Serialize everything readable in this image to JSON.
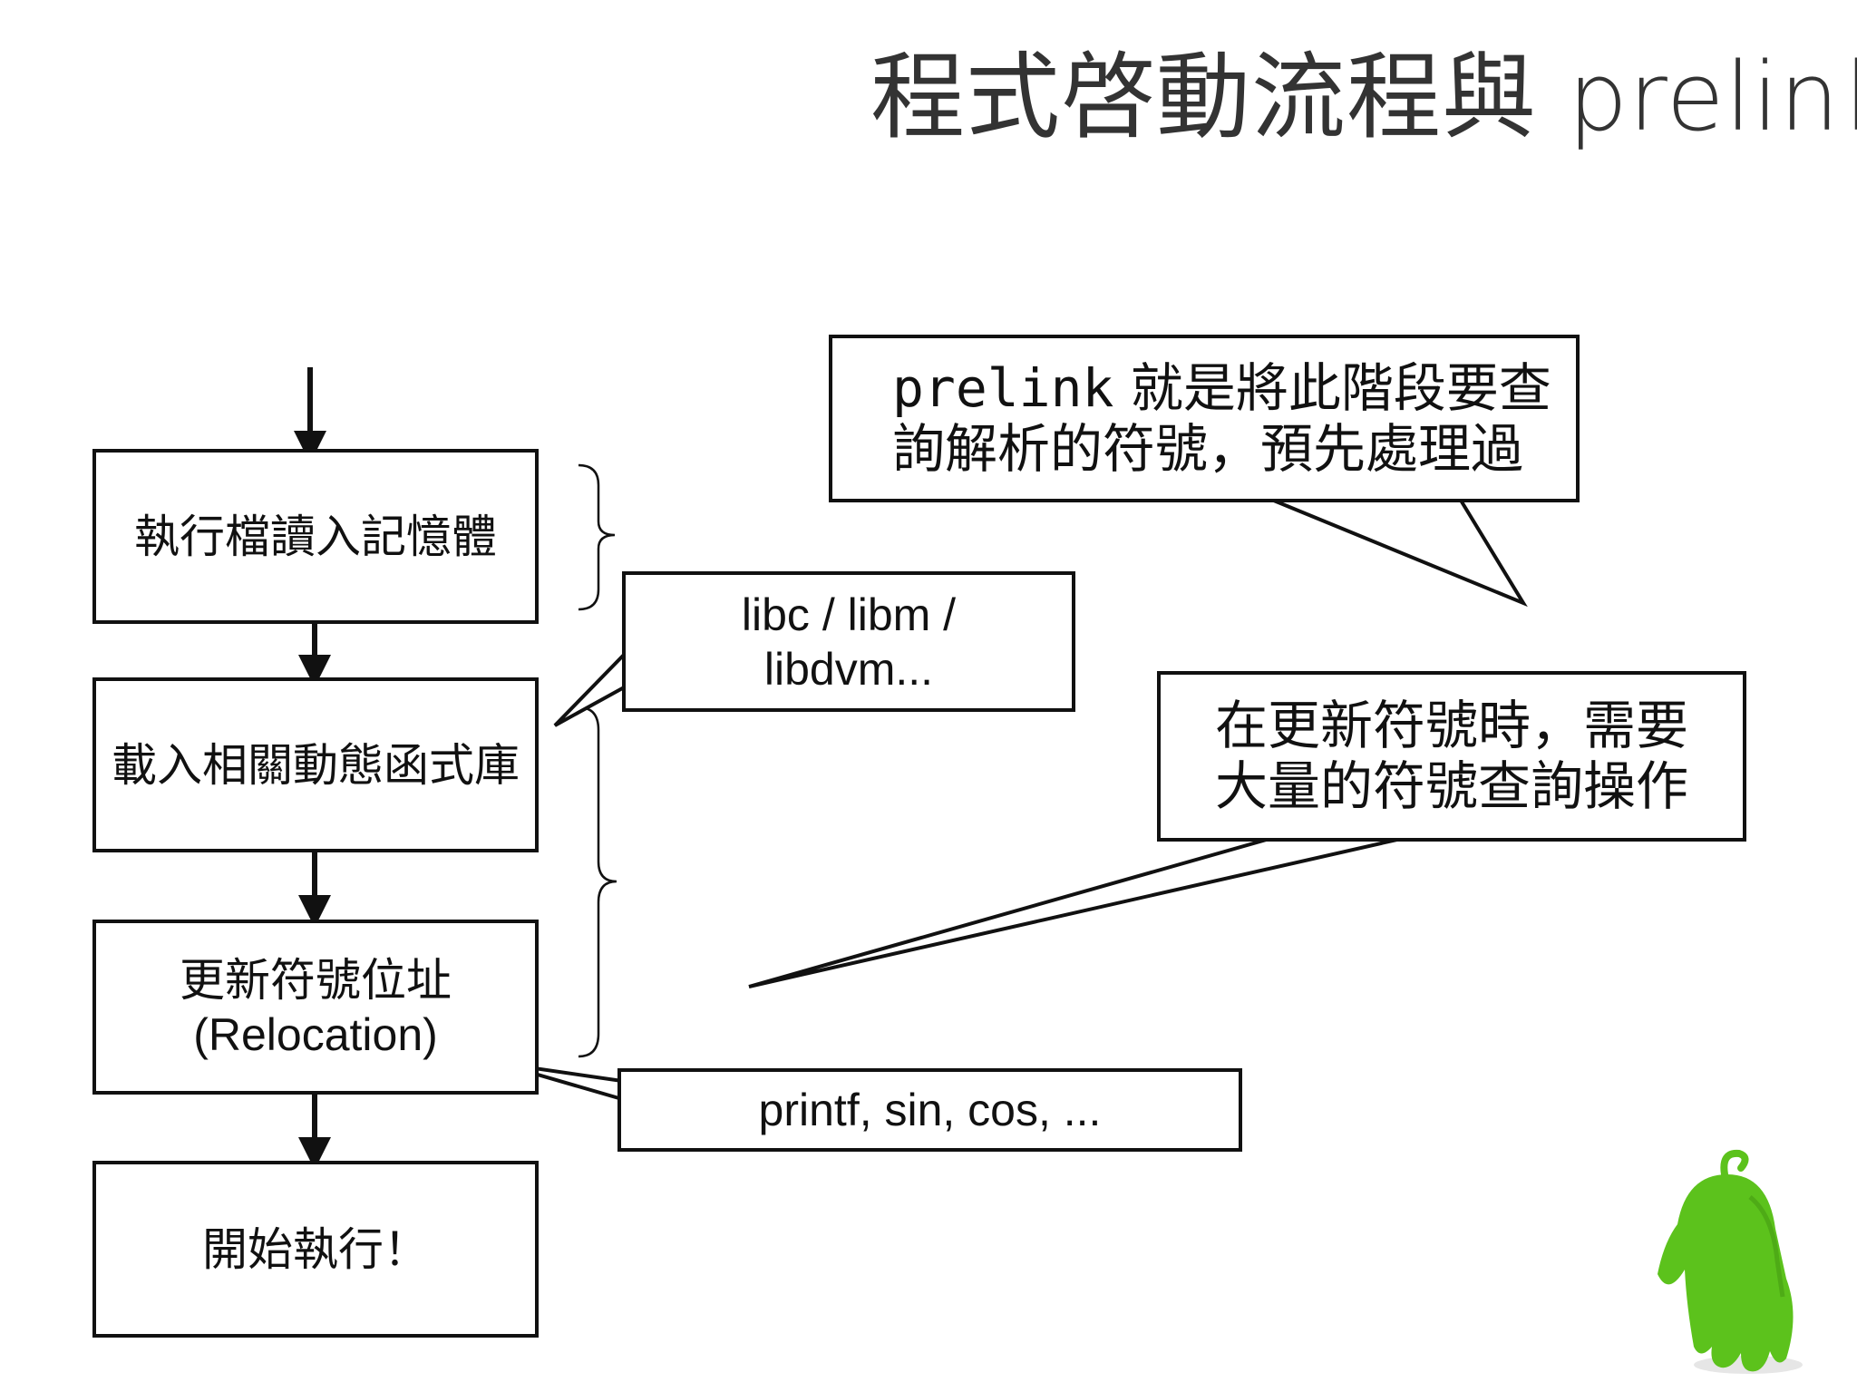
{
  "title": {
    "cjk": "程式啓動流程與",
    "latin": "prelink"
  },
  "flow": {
    "step1": "執行檔讀入記憶體",
    "step2": "載入相關動態函式庫",
    "step3_line1": "更新符號位址",
    "step3_line2": "(Relocation)",
    "step4": "開始執行！"
  },
  "callouts": {
    "prelink_code": "prelink",
    "prelink_line1_rest": "就是將此階段要查",
    "prelink_line2": "詢解析的符號，預先處理過",
    "libs_line1": "libc / libm /",
    "libs_line2": "libdvm...",
    "lookup_line1": "在更新符號時，需要",
    "lookup_line2": "大量的符號查詢操作",
    "symbols": "printf, sin, cos, ..."
  },
  "colors": {
    "mascot_green": "#5cc21c",
    "mascot_dark": "#3f9410"
  }
}
